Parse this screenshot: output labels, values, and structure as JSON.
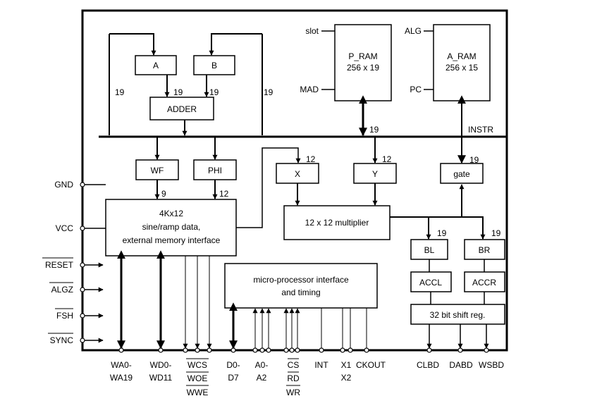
{
  "diagram": {
    "blocks": {
      "a": "A",
      "b": "B",
      "adder": "ADDER",
      "p_ram": [
        "P_RAM",
        "256 x 19"
      ],
      "a_ram": [
        "A_RAM",
        "256 x 15"
      ],
      "wf": "WF",
      "phi": "PHI",
      "x": "X",
      "y": "Y",
      "gate": "gate",
      "memory": [
        "4Kx12",
        "sine/ramp data,",
        "external memory interface"
      ],
      "multiplier": "12 x 12 multiplier",
      "bl": "BL",
      "br": "BR",
      "mpu": [
        "micro-processor interface",
        "and timing"
      ],
      "accl": "ACCL",
      "accr": "ACCR",
      "shift": "32 bit shift reg."
    },
    "bus_widths": {
      "adder_loop_left": "19",
      "adder_in_a": "19",
      "adder_in_b": "19",
      "adder_loop_right": "19",
      "pram_bus": "19",
      "x_in": "12",
      "y_in": "12",
      "gate_in": "19",
      "wf_out": "9",
      "phi_out": "12",
      "bl_in": "19",
      "br_in": "19"
    },
    "ram_inputs": {
      "slot": "slot",
      "mad": "MAD",
      "alg": "ALG",
      "pc": "PC"
    },
    "bus_label": "INSTR",
    "left_pins": [
      "GND",
      "VCC",
      "RESET",
      "ALGZ",
      "FSH",
      "SYNC"
    ],
    "bottom_pins": {
      "wa": [
        "WA0-",
        "WA19"
      ],
      "wd": [
        "WD0-",
        "WD11"
      ],
      "wctrl": [
        "WCS",
        "WOE",
        "WWE"
      ],
      "d": [
        "D0-",
        "D7"
      ],
      "a": [
        "A0-",
        "A2"
      ],
      "cs": [
        "CS",
        "RD",
        "WR"
      ],
      "int": "INT",
      "x": [
        "X1",
        "X2"
      ],
      "ckout": "CKOUT",
      "clbd": "CLBD",
      "dabd": "DABD",
      "wsbd": "WSBD"
    }
  }
}
